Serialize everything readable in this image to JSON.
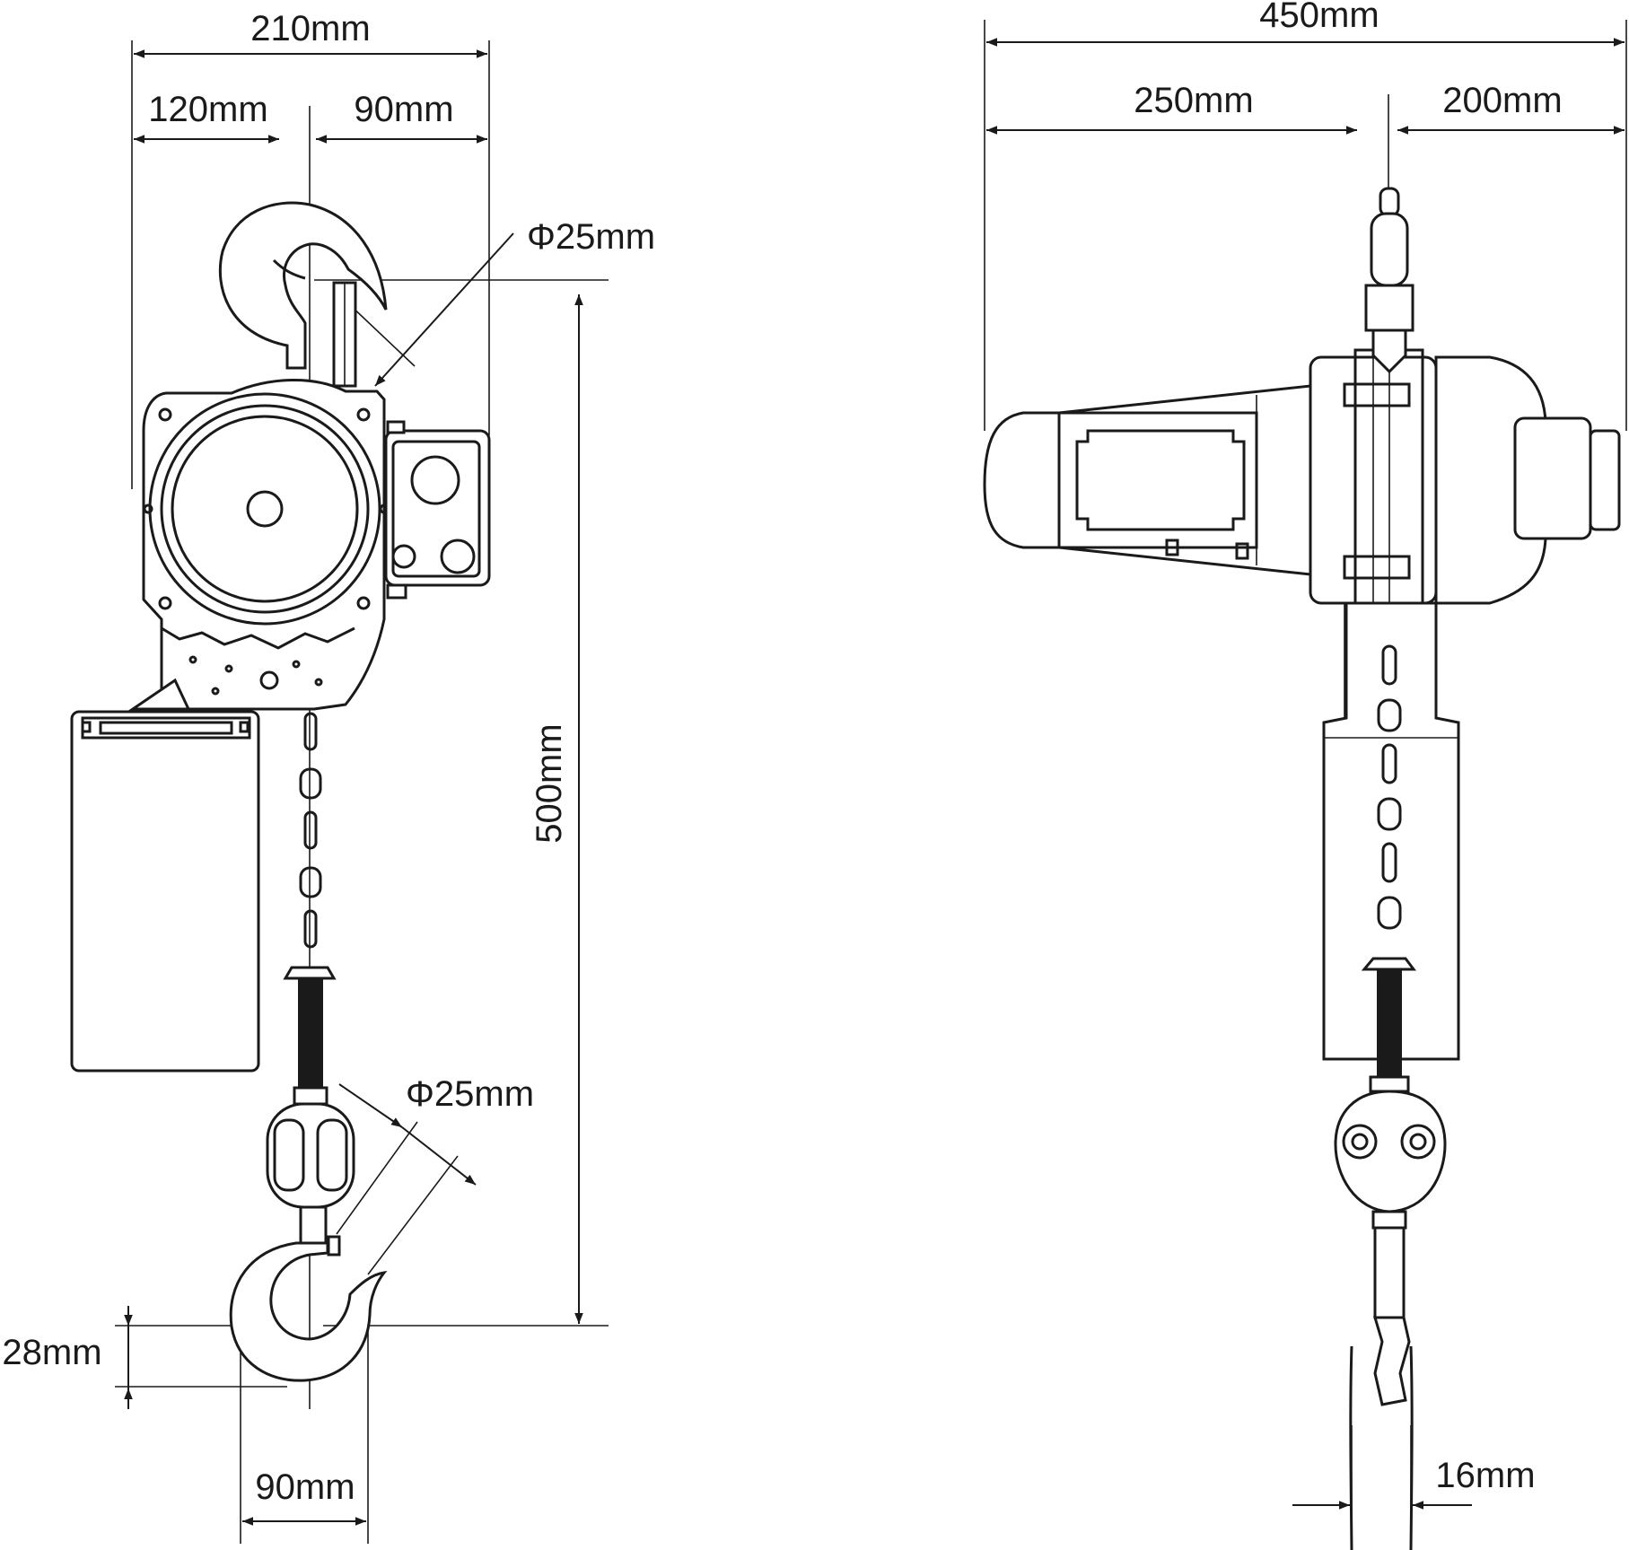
{
  "front_view": {
    "dim_total_width": "210mm",
    "dim_left_width": "120mm",
    "dim_right_width": "90mm",
    "dim_top_hook_dia": "Φ25mm",
    "dim_bottom_hook_dia": "Φ25mm",
    "dim_height": "500mm",
    "dim_hook_depth": "28mm",
    "dim_hook_width": "90mm"
  },
  "side_view": {
    "dim_total_length": "450mm",
    "dim_left_length": "250mm",
    "dim_right_length": "200mm",
    "dim_chain_offset": "16mm"
  }
}
